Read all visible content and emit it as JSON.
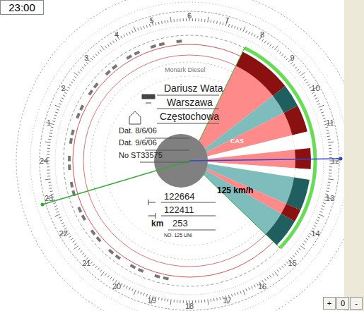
{
  "diagram": {
    "nodes": [
      {
        "text": [
          "23:00"
        ]
      },
      {
        "text": [
          "+"
        ]
      },
      {
        "text": [
          "0"
        ]
      },
      {
        "text": [
          "-"
        ]
      }
    ],
    "labels": [
      "Monark Diesel",
      "Dariusz Wata",
      "Warszawa",
      "Częstochowa",
      "Dat. 8/6/06",
      "Dat. 9/6/06",
      "No ST33575",
      "CAS",
      "125 km/h",
      "122664",
      "122411",
      "km",
      "253",
      "NO. 125 UNI",
      "1",
      "2",
      "3",
      "4",
      "5",
      "6",
      "7",
      "8",
      "9",
      "10",
      "11",
      "12",
      "13",
      "14",
      "15",
      "16",
      "17",
      "18",
      "19",
      "20",
      "21",
      "22",
      "23",
      "24"
    ]
  }
}
